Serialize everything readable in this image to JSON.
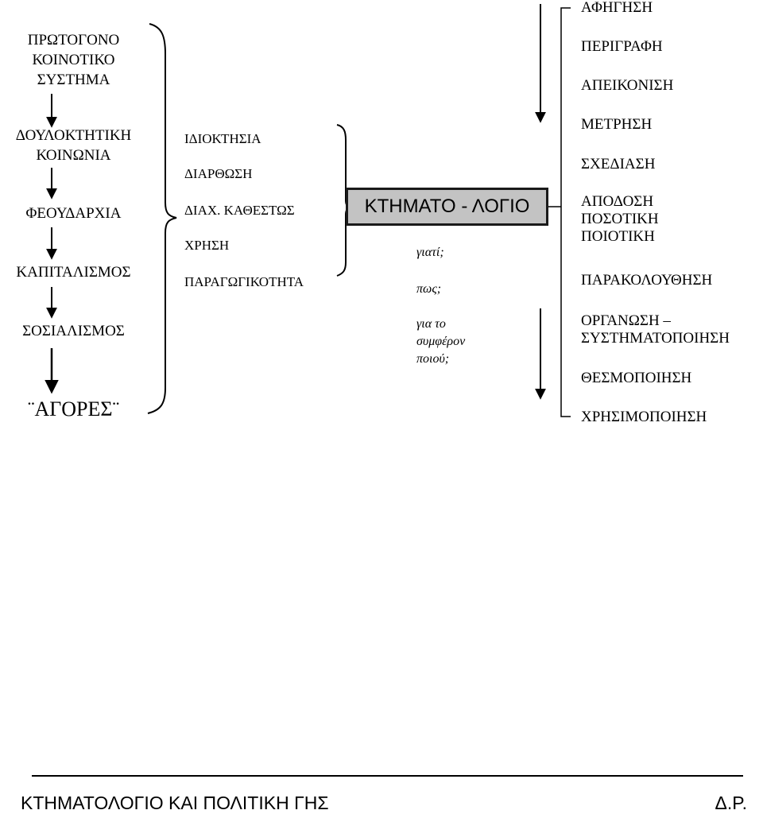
{
  "historical_stages": [
    "ΠΡΩΤΟΓΟΝΟ\nΚΟΙΝΟΤΙΚΟ\nΣΥΣΤΗΜΑ",
    "ΔΟΥΛΟΚΤΗΤΙΚΗ\nΚΟΙΝΩΝΙΑ",
    "ΦΕΟΥΔΑΡΧΙΑ",
    "ΚΑΠΙΤΑΛΙΣΜΟΣ",
    "ΣΟΣΙΑΛΙΣΜΟΣ",
    "¨ΑΓΟΡΕΣ¨"
  ],
  "land_aspects": [
    "ΙΔΙΟΚΤΗΣΙΑ",
    "ΔΙΑΡΘΩΣΗ",
    "ΔΙΑΧ. ΚΑΘΕΣΤΩΣ",
    "ΧΡΗΣΗ",
    "ΠΑΡΑΓΩΓΙΚΟΤΗΤΑ"
  ],
  "central_box": "ΚΤΗΜΑΤΟ - ΛΟΓΙΟ",
  "questions": [
    "γιατί;",
    "πως;",
    "για το\nσυμφέρον\nποιού;"
  ],
  "cadastre_functions": [
    "ΑΦΗΓΗΣΗ",
    "ΠΕΡΙΓΡΑΦΗ",
    "ΑΠΕΙΚΟΝΙΣΗ",
    "ΜΕΤΡΗΣΗ",
    "ΣΧΕΔΙΑΣΗ",
    "ΑΠΟΔΟΣΗ\nΠΟΣΟΤΙΚΗ\nΠΟΙΟΤΙΚΗ",
    "ΠΑΡΑΚΟΛΟΥΘΗΣΗ",
    "ΟΡΓΑΝΩΣΗ –\nΣΥΣΤΗΜΑΤΟΠΟΙΗΣΗ",
    "ΘΕΣΜΟΠΟΙΗΣΗ",
    "ΧΡΗΣΙΜΟΠΟΙΗΣΗ"
  ],
  "footer": {
    "title": "ΚΤΗΜΑΤΟΛΟΓΙΟ ΚΑΙ ΠΟΛΙΤΙΚΗ ΓΗΣ",
    "initials": "Δ.Ρ."
  }
}
